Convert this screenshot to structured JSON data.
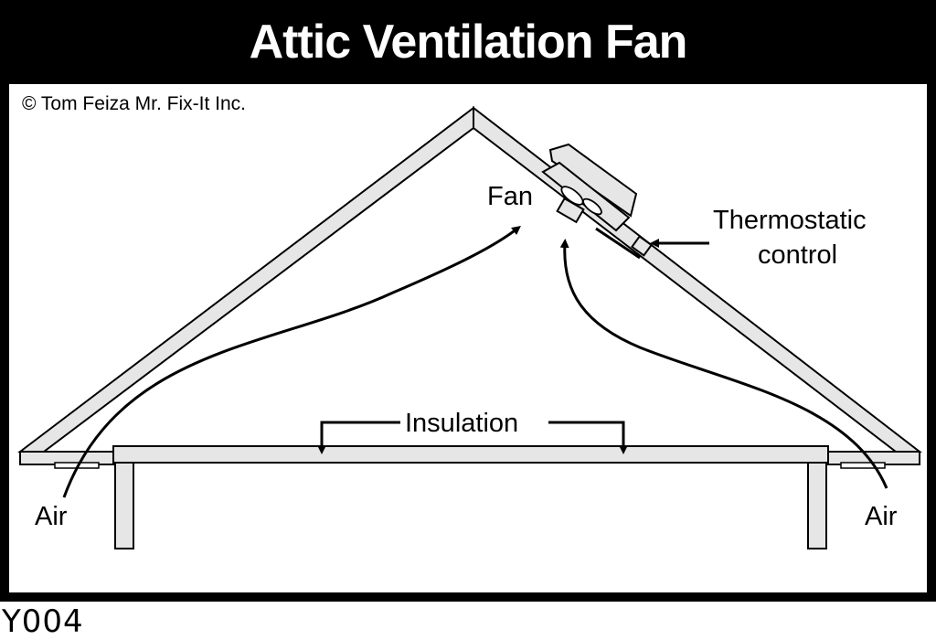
{
  "title": "Attic Ventilation Fan",
  "copyright": "© Tom Feiza Mr. Fix-It Inc.",
  "code": "Y004",
  "labels": {
    "fan": "Fan",
    "thermostatic_line1": "Thermostatic",
    "thermostatic_line2": "control",
    "insulation": "Insulation",
    "air_left": "Air",
    "air_right": "Air"
  },
  "colors": {
    "frame": "#000000",
    "background": "#ffffff",
    "structure_fill": "#e6e6e6",
    "stroke": "#000000"
  }
}
